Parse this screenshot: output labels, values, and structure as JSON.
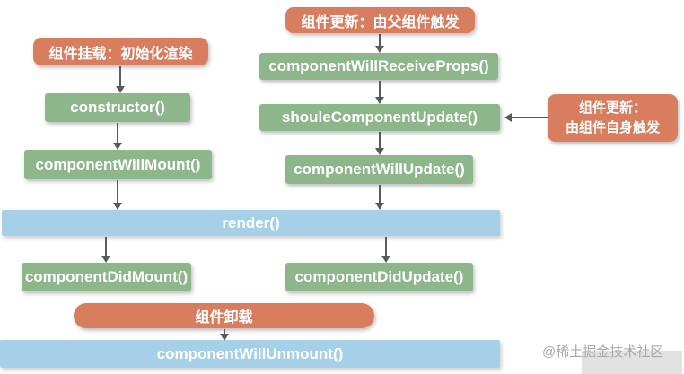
{
  "diagram": {
    "colors": {
      "label_orange": "#d87e5f",
      "method_green": "#8eb68b",
      "bar_blue": "#a5d0e7",
      "arrow_gray": "#595959",
      "text_white": "#ffffff"
    },
    "nodes": {
      "mount_label": "组件挂载：初始化渲染",
      "constructor": "constructor()",
      "component_will_mount": "componentWillMount()",
      "update_parent_label": "组件更新：由父组件触发",
      "component_will_receive_props": "componentWillReceiveProps()",
      "shoule_component_update": "shouleComponentUpdate()",
      "component_will_update": "componentWillUpdate()",
      "update_self_line1": "组件更新：",
      "update_self_line2": "由组件自身触发",
      "render": "render()",
      "component_did_mount": "componentDidMount()",
      "component_did_update": "componentDidUpdate()",
      "unmount_label": "组件卸载",
      "component_will_unmount": "componentWillUnmount()"
    },
    "watermark": "@稀土掘金技术社区"
  }
}
